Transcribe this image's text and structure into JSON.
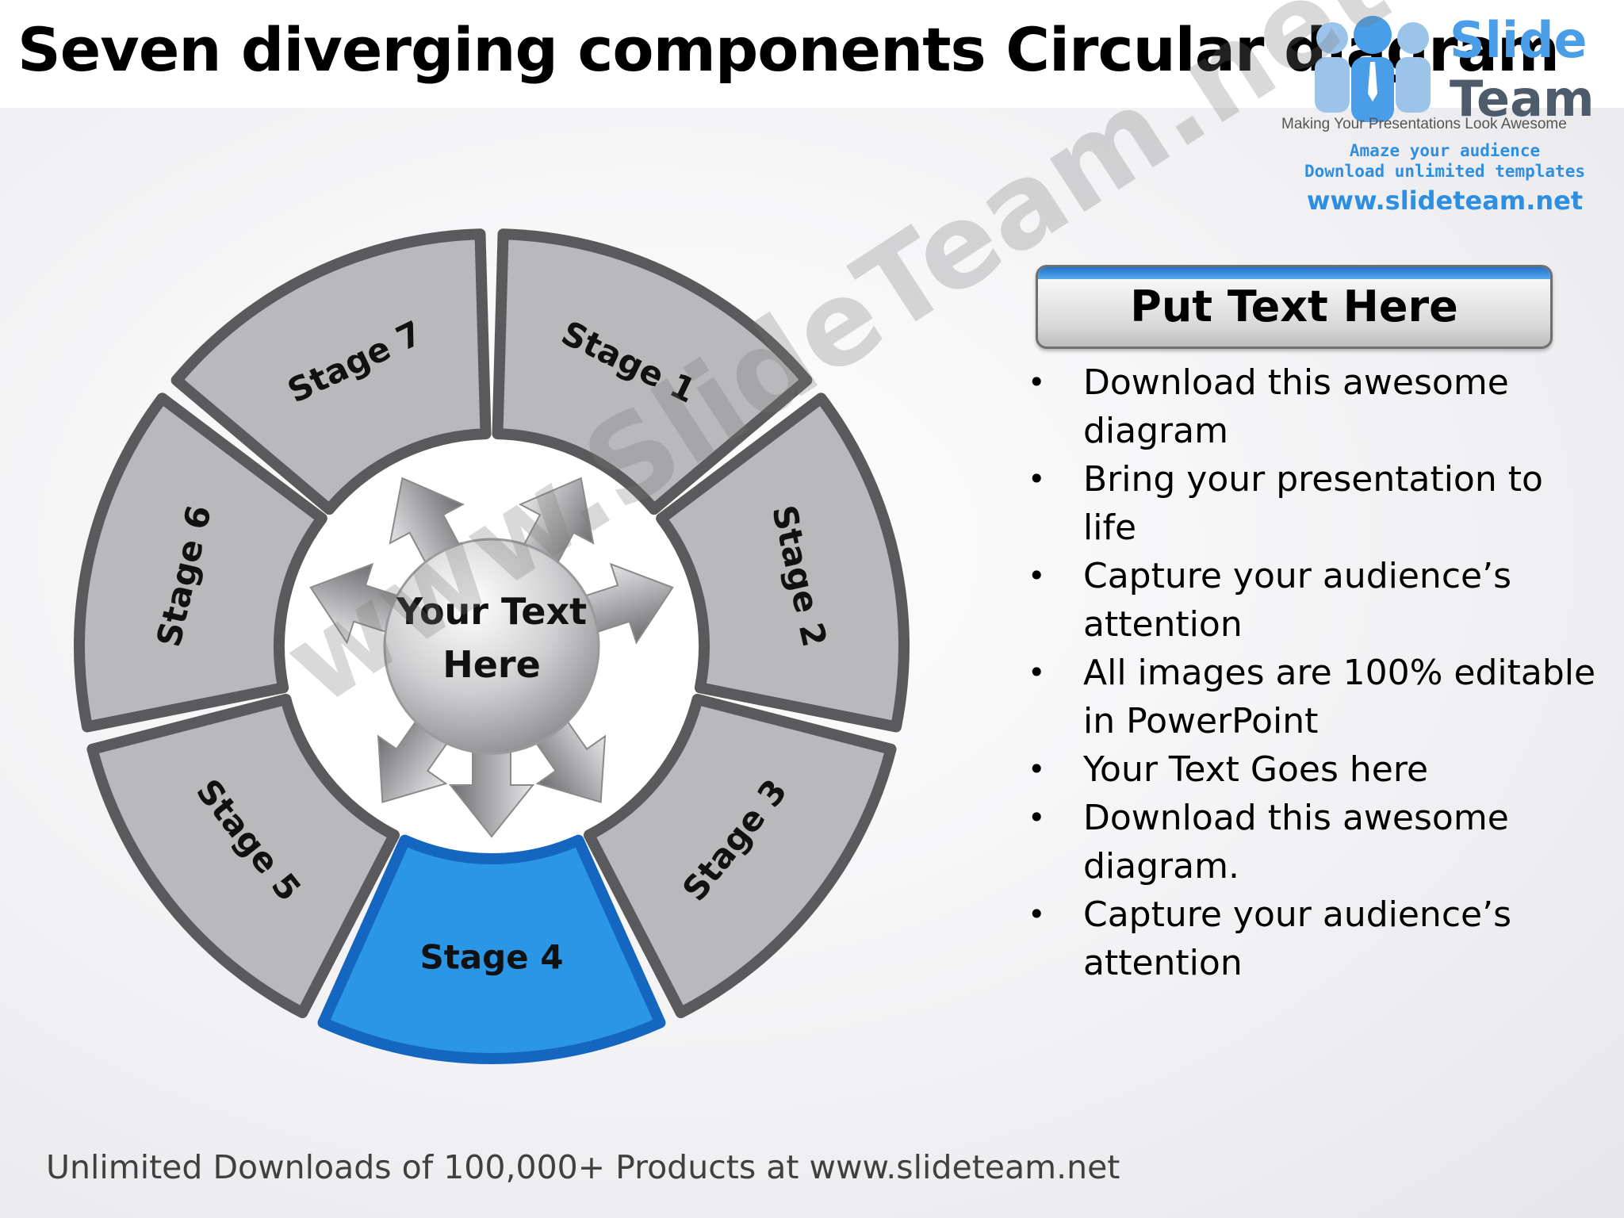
{
  "title": "Seven diverging components Circular diagram",
  "logo": {
    "word1": "Slide",
    "word2": "Team",
    "tagline": "Making Your Presentations Look Awesome",
    "line1": "Amaze your audience",
    "line2": "Download unlimited templates",
    "url": "www.slideteam.net"
  },
  "diagram": {
    "center_text_line1": "Your Text",
    "center_text_line2": "Here",
    "segments": [
      "Stage 1",
      "Stage 2",
      "Stage 3",
      "Stage 4",
      "Stage 5",
      "Stage 6",
      "Stage 7"
    ],
    "highlighted_segment": "Stage 4",
    "colors": {
      "segment": "#b9b9bb",
      "segment_border": "#5a5a5c",
      "highlight": "#2b95e6",
      "highlight_border": "#1466c0"
    }
  },
  "panel": {
    "header": "Put Text Here",
    "bullets": [
      "Download this awesome diagram",
      "Bring your presentation to life",
      "Capture your audience’s attention",
      "All images are 100% editable in PowerPoint",
      "Your Text Goes here",
      "Download this awesome diagram.",
      "Capture your audience’s attention"
    ]
  },
  "footer": "Unlimited Downloads of 100,000+ Products at www.slideteam.net",
  "watermark": "www.SlideTeam.net"
}
